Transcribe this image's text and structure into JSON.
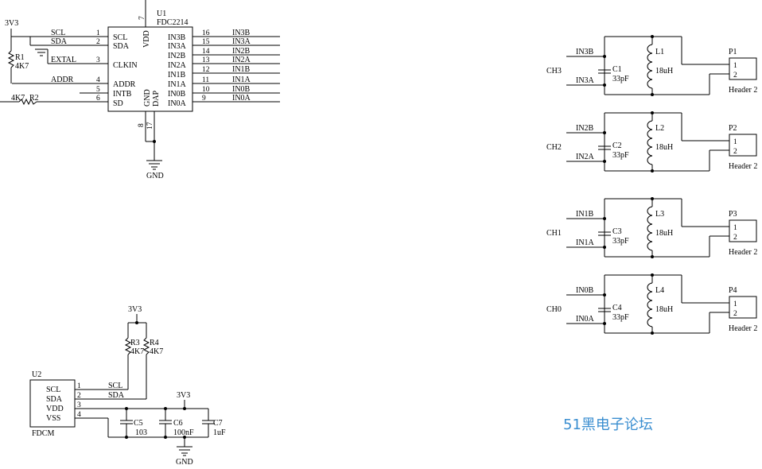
{
  "watermark": {
    "text": "51黑电子论坛",
    "color": "#3a8ed0"
  },
  "u1": {
    "designator": "U1",
    "part": "FDC2214",
    "left_pins": [
      {
        "num": "1",
        "name": "SCL",
        "net": "SCL"
      },
      {
        "num": "2",
        "name": "SDA",
        "net": "SDA"
      },
      {
        "num": "3",
        "name": "CLKIN",
        "net": "EXTAL"
      },
      {
        "num": "4",
        "name": "ADDR",
        "net": "ADDR"
      },
      {
        "num": "5",
        "name": "INTB",
        "net": ""
      },
      {
        "num": "6",
        "name": "SD",
        "net": ""
      }
    ],
    "right_pins": [
      {
        "num": "16",
        "name": "IN3B",
        "net": "IN3B"
      },
      {
        "num": "15",
        "name": "IN3A",
        "net": "IN3A"
      },
      {
        "num": "14",
        "name": "IN2B",
        "net": "IN2B"
      },
      {
        "num": "13",
        "name": "IN2A",
        "net": "IN2A"
      },
      {
        "num": "12",
        "name": "IN1B",
        "net": "IN1B"
      },
      {
        "num": "11",
        "name": "IN1A",
        "net": "IN1A"
      },
      {
        "num": "10",
        "name": "IN0B",
        "net": "IN0B"
      },
      {
        "num": "9",
        "name": "IN0A",
        "net": "IN0A"
      }
    ],
    "vdd": {
      "num": "7",
      "name": "VDD"
    },
    "gnd": {
      "num": "8",
      "name": "GND"
    },
    "dap": {
      "num": "17",
      "name": "DAP"
    },
    "ground_label": "GND"
  },
  "r1": {
    "designator": "R1",
    "value": "4K7",
    "supply": "3V3"
  },
  "r2": {
    "designator": "R2",
    "value": "4K7"
  },
  "u2": {
    "designator": "U2",
    "part": "FDCM",
    "pins": [
      {
        "num": "1",
        "name": "SCL",
        "net": "SCL"
      },
      {
        "num": "2",
        "name": "SDA",
        "net": "SDA"
      },
      {
        "num": "3",
        "name": "VDD",
        "net": ""
      },
      {
        "num": "4",
        "name": "VSS",
        "net": ""
      }
    ]
  },
  "r3": {
    "designator": "R3",
    "value": "4K7"
  },
  "r4": {
    "designator": "R4",
    "value": "4K7"
  },
  "u2_supply_top": "3V3",
  "u2_supply_caps": "3V3",
  "caps_bottom": [
    {
      "designator": "C5",
      "value": "103"
    },
    {
      "designator": "C6",
      "value": "100nF"
    },
    {
      "designator": "C7",
      "value": "1uF"
    }
  ],
  "u2_ground_label": "GND",
  "channels": [
    {
      "label": "CH3",
      "in_b": "IN3B",
      "in_a": "IN3A",
      "cap": "C1",
      "cap_value": "33pF",
      "ind": "L1",
      "ind_value": "18uH",
      "header": "P1",
      "header_type": "Header 2",
      "pin1": "1",
      "pin2": "2"
    },
    {
      "label": "CH2",
      "in_b": "IN2B",
      "in_a": "IN2A",
      "cap": "C2",
      "cap_value": "33pF",
      "ind": "L2",
      "ind_value": "18uH",
      "header": "P2",
      "header_type": "Header 2",
      "pin1": "1",
      "pin2": "2"
    },
    {
      "label": "CH1",
      "in_b": "IN1B",
      "in_a": "IN1A",
      "cap": "C3",
      "cap_value": "33pF",
      "ind": "L3",
      "ind_value": "18uH",
      "header": "P3",
      "header_type": "Header 2",
      "pin1": "1",
      "pin2": "2"
    },
    {
      "label": "CH0",
      "in_b": "IN0B",
      "in_a": "IN0A",
      "cap": "C4",
      "cap_value": "33pF",
      "ind": "L4",
      "ind_value": "18uH",
      "header": "P4",
      "header_type": "Header 2",
      "pin1": "1",
      "pin2": "2"
    }
  ]
}
